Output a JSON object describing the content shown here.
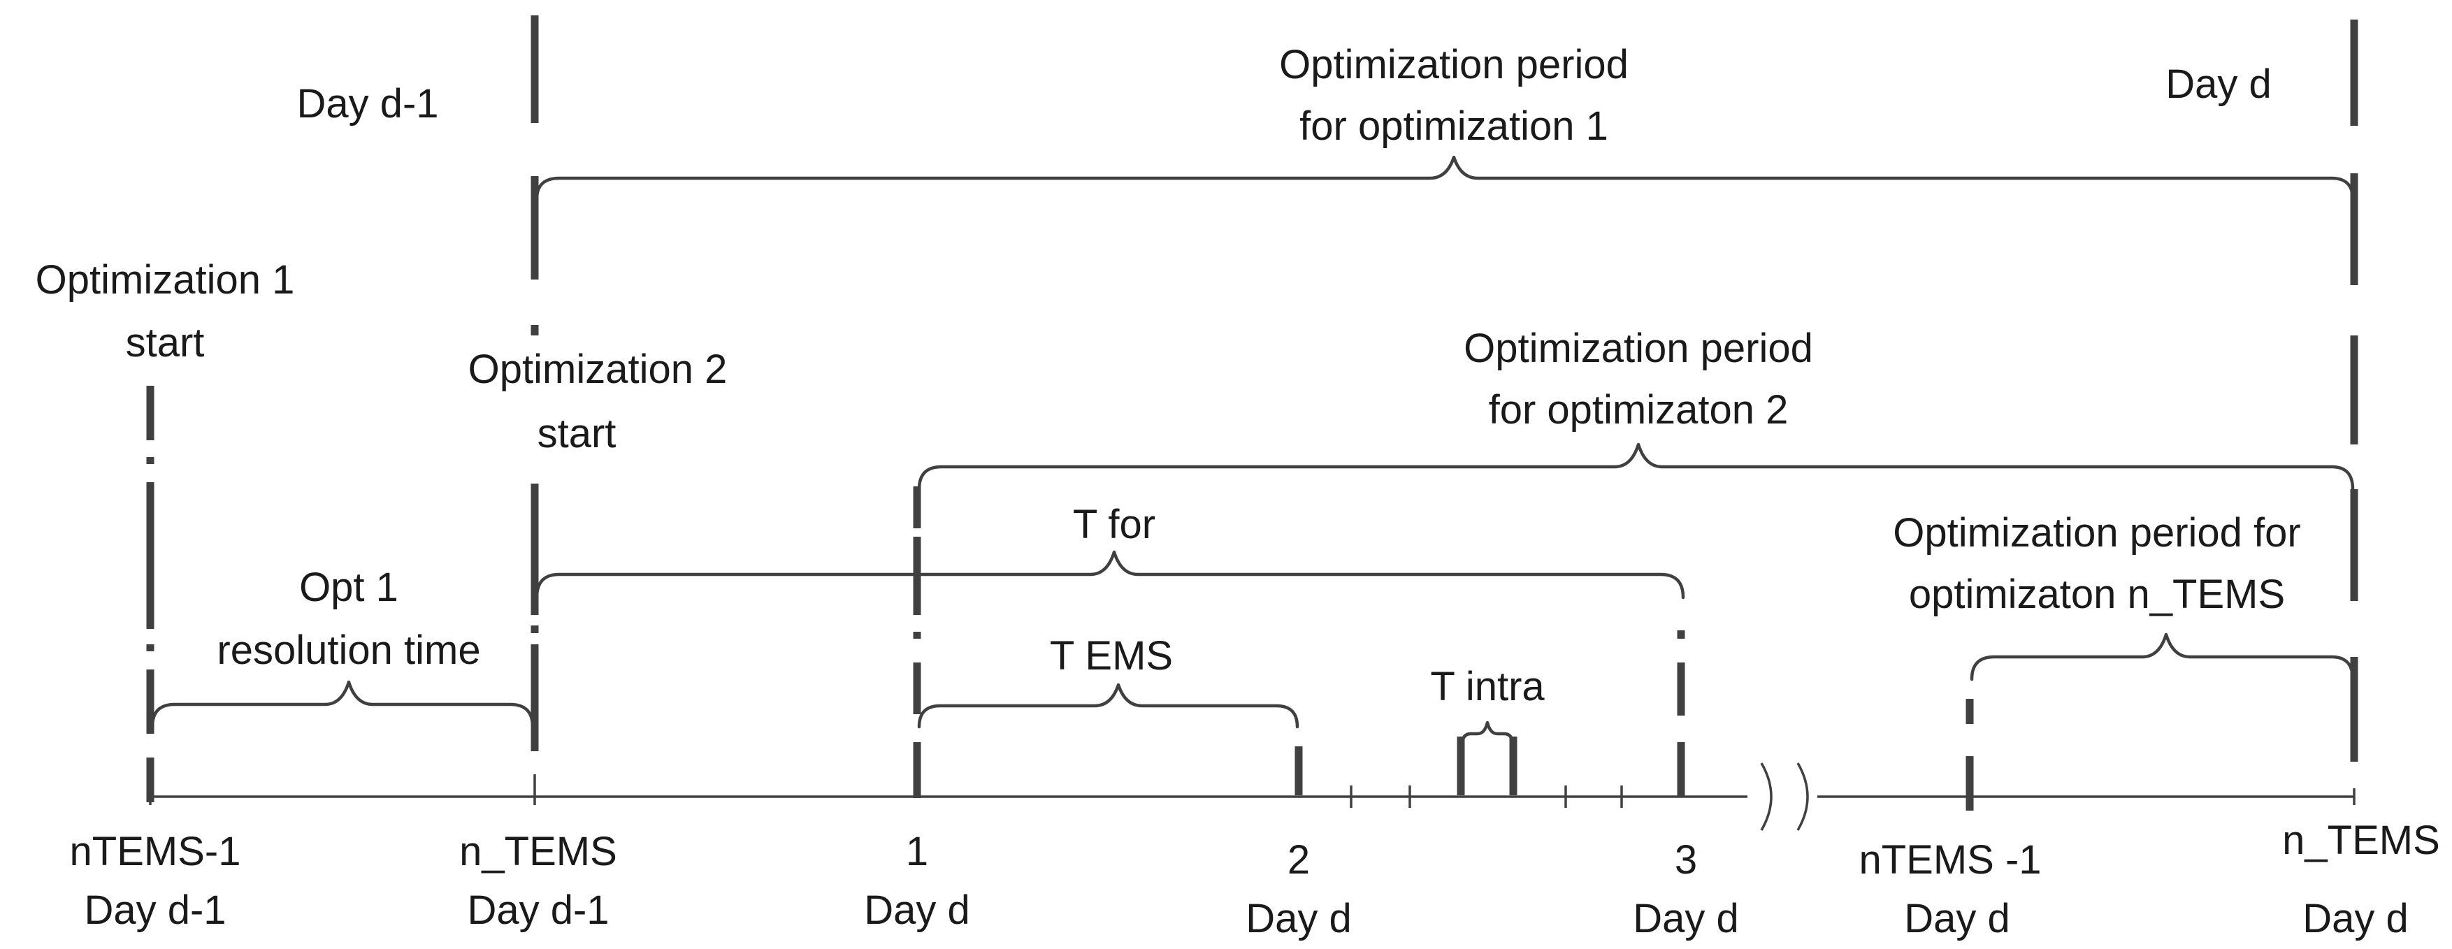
{
  "top": {
    "day_prev": "Day d-1",
    "day_curr": "Day d"
  },
  "periods": {
    "opt1_line1": "Optimization period",
    "opt1_line2": "for optimization 1",
    "opt2_line1": "Optimization period",
    "opt2_line2": "for optimizaton 2",
    "optn_line1": "Optimization period for",
    "optn_line2": "optimizaton n_TEMS"
  },
  "starts": {
    "opt1_line1": "Optimization 1",
    "opt1_line2": "start",
    "opt2_line1": "Optimization 2",
    "opt2_line2": "start"
  },
  "intervals": {
    "res_line1": "Opt 1",
    "res_line2": "resolution time",
    "t_for": "T for",
    "t_ems": "T EMS",
    "t_intra": "T intra"
  },
  "axis": [
    {
      "top": "nTEMS-1",
      "bottom": "Day d-1"
    },
    {
      "top": "n_TEMS",
      "bottom": "Day d-1"
    },
    {
      "top": "1",
      "bottom": "Day d"
    },
    {
      "top": "2",
      "bottom": "Day d"
    },
    {
      "top": "3",
      "bottom": "Day d"
    },
    {
      "top": "nTEMS -1",
      "bottom": "Day d"
    },
    {
      "top": "n_TEMS",
      "bottom": "Day d"
    }
  ]
}
